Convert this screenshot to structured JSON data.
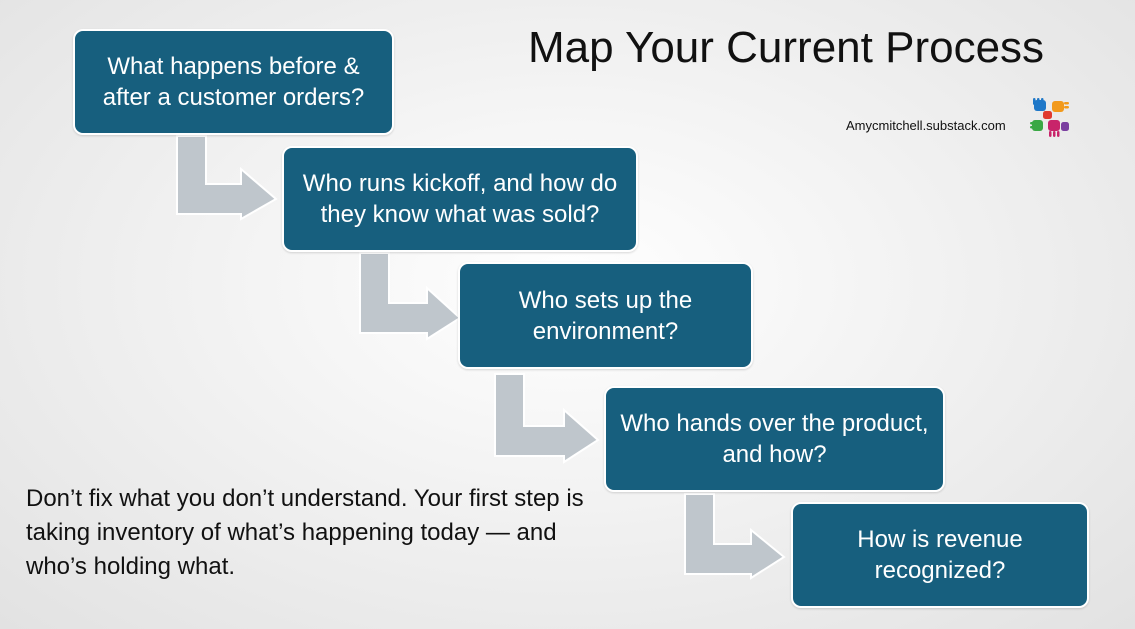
{
  "header": {
    "title": "Map Your Current Process",
    "credit": "Amycmitchell.substack.com"
  },
  "steps": [
    {
      "label": "What happens before & after a customer orders?"
    },
    {
      "label": "Who runs kickoff, and how do they know what was sold?"
    },
    {
      "label": "Who sets up the environment?"
    },
    {
      "label": "Who hands over the product, and how?"
    },
    {
      "label": "How is revenue recognized?"
    }
  ],
  "tagline": "Don’t fix what you don’t understand. Your first step is taking inventory of what’s happening today — and who’s holding what.",
  "colors": {
    "box_fill": "#175f7e",
    "box_border": "#ffffff",
    "connector": "#bfc6cc"
  }
}
